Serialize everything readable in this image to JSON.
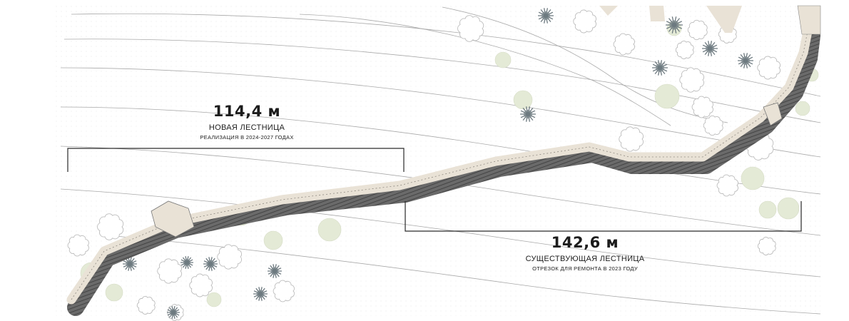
{
  "segments": {
    "new": {
      "length": "114,4 м",
      "name": "НОВАЯ ЛЕСТНИЦА",
      "note": "РЕАЛИЗАЦИЯ В 2024-2027 ГОДАХ"
    },
    "existing": {
      "length": "142,6 м",
      "name": "СУЩЕСТВУЮЩАЯ ЛЕСТНИЦА",
      "note": "ОТРЕЗОК ДЛЯ РЕМОНТА В 2023 ГОДУ"
    }
  },
  "colors": {
    "contour": "#a9a9a9",
    "deck": "#e9e2d6",
    "shadow": "#555555",
    "tree": "#bdbdbd",
    "conifer": "#6e7a80",
    "shrub": "#e4ead6",
    "bracket": "#2a2a2a"
  }
}
